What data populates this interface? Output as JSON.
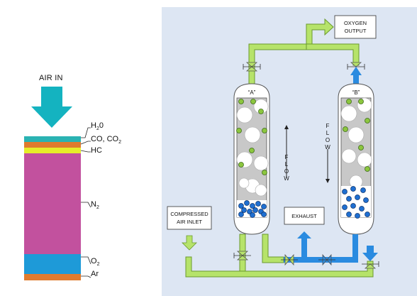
{
  "air_in": {
    "label": "AIR IN"
  },
  "composition": {
    "layers": [
      {
        "text": "H",
        "sub": "2",
        "tail": "0",
        "color": "#2ab3b3"
      },
      {
        "text": "CO, CO",
        "sub": "2",
        "tail": "",
        "color": "#e07b2e"
      },
      {
        "text": "HC",
        "sub": "",
        "tail": "",
        "color": "#e6ee2a"
      },
      {
        "text": "N",
        "sub": "2",
        "tail": "",
        "color": "#c2519e"
      },
      {
        "text": "O",
        "sub": "2",
        "tail": "",
        "color": "#1e9ad8"
      },
      {
        "text": "Ar",
        "sub": "",
        "tail": "",
        "color": "#e07b2e"
      }
    ]
  },
  "system": {
    "oxygen_output": [
      "OXYGEN",
      "OUTPUT"
    ],
    "compressed_air_inlet": [
      "COMPRESSED",
      "AIR INLET"
    ],
    "exhaust": "EXHAUST",
    "vessel_a": "“A”",
    "vessel_b": "“B”",
    "flow_a": [
      "F",
      "L",
      "O",
      "W"
    ],
    "flow_b": [
      "F",
      "L",
      "O",
      "W"
    ]
  },
  "colors": {
    "green_pipe": "#b6e36a",
    "green_outline": "#6a9a2e",
    "blue_pipe": "#2a8be0",
    "teal_arrow": "#14b3c0",
    "panel_bg": "#dde6f3",
    "vessel_gray": "#c8c8c8",
    "molecule_green": "#8cc63f",
    "molecule_blue": "#1f6fd1"
  }
}
